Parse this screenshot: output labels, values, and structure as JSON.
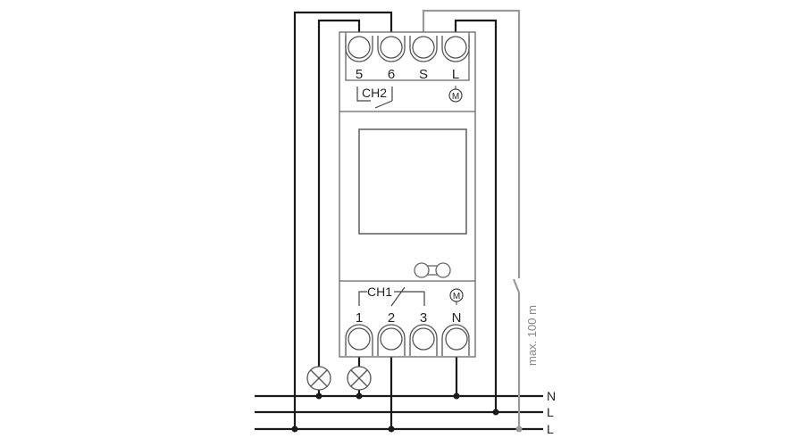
{
  "top_terminals": [
    "5",
    "6",
    "S",
    "L"
  ],
  "bottom_terminals": [
    "1",
    "2",
    "3",
    "N"
  ],
  "channel2_label": "CH2",
  "channel1_label": "CH1",
  "motor_symbol": "M",
  "bus_labels": [
    "N",
    "L",
    "L"
  ],
  "max_distance_label": "max. 100 m",
  "colors": {
    "wire": "#1a1a1a",
    "sense_wire": "#9a9a9a",
    "device": "#666666"
  }
}
